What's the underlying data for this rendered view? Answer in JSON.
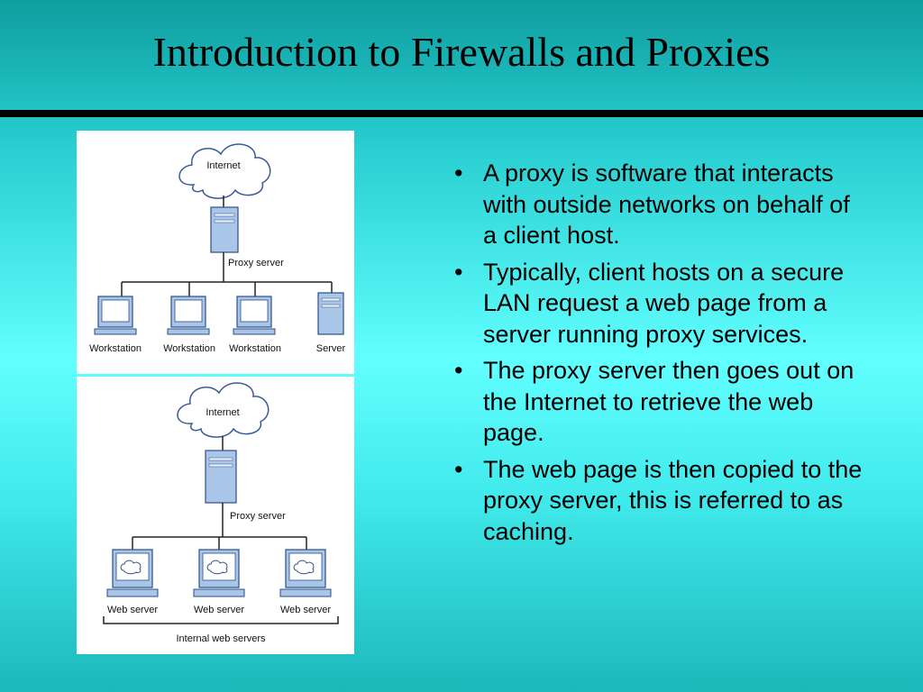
{
  "slide": {
    "title": "Introduction to Firewalls and Proxies",
    "bullets": [
      "A proxy is software that interacts with outside networks on behalf of a client host.",
      "Typically, client hosts on a secure LAN request a web page from a server running proxy services.",
      "The proxy server then goes out on the Internet to retrieve the web page.",
      "The web page is then copied to the proxy server, this is referred to as caching."
    ]
  },
  "diagram_top": {
    "cloud_label": "Internet",
    "proxy_label": "Proxy server",
    "nodes": [
      "Workstation",
      "Workstation",
      "Workstation",
      "Server"
    ]
  },
  "diagram_bottom": {
    "cloud_label": "Internet",
    "proxy_label": "Proxy server",
    "nodes": [
      "Web server",
      "Web server",
      "Web server"
    ],
    "group_label": "Internal web servers"
  },
  "colors": {
    "background_top": "#0e9ea0",
    "background_mid": "#62ffff",
    "device_fill": "#a9c6e8",
    "device_stroke": "#2c4f88"
  }
}
